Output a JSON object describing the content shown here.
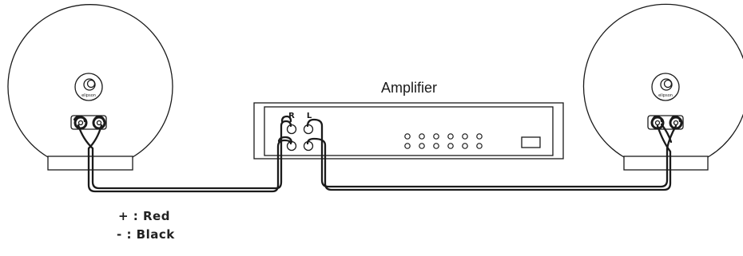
{
  "amplifier": {
    "title": "Amplifier",
    "channel_right": "R",
    "channel_left": "L"
  },
  "speakers": {
    "brand_label": "elipson"
  },
  "legend": {
    "plus": "+ : Red",
    "minus": "- : Black"
  },
  "colors": {
    "line": "#1a1a1a",
    "background": "#ffffff"
  }
}
